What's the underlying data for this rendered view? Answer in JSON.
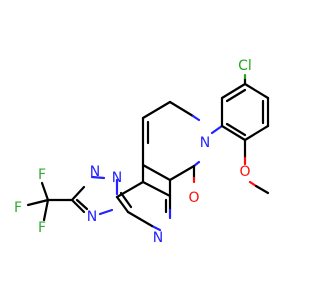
{
  "atoms": {
    "n_pyridone": "N",
    "o_carbonyl": "O",
    "n_pyrimidine": "N",
    "n_triazole_bottom": "N",
    "n_triazole_top": "N",
    "n_bridge": "N",
    "cl": "Cl",
    "o_methoxy": "O",
    "f_top": "F",
    "f_left": "F",
    "f_bottom": "F"
  },
  "colors": {
    "carbon": "#000000",
    "nitrogen": "#2323ff",
    "oxygen": "#ff0d0d",
    "chlorine": "#1fa81f",
    "fluorine": "#33aa33"
  }
}
